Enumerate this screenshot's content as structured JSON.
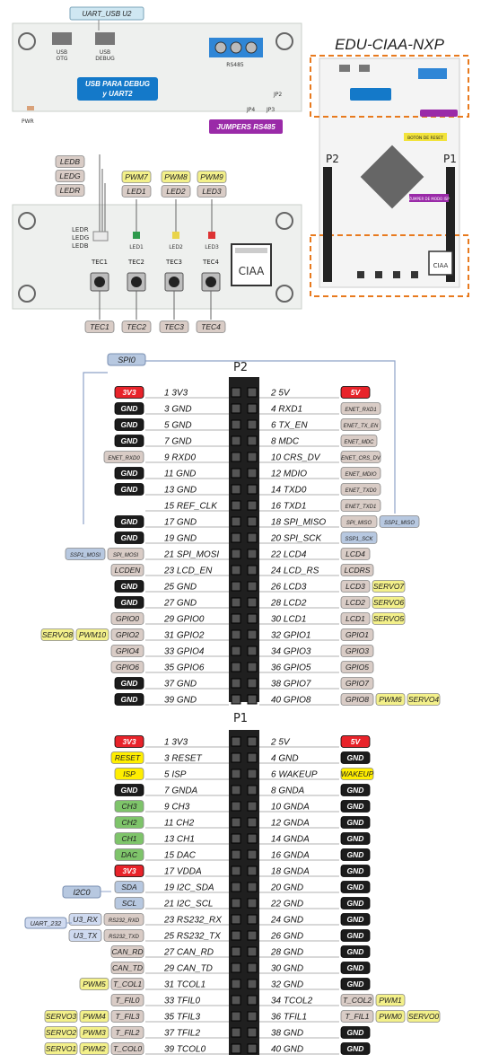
{
  "board": {
    "title": "EDU-CIAA-NXP",
    "uart_tag": "UART_USB  U2",
    "usb_otg": [
      "USB",
      "OTG"
    ],
    "usb_debug": [
      "USB",
      "DEBUG"
    ],
    "rs485": "RS485",
    "usb_note": [
      "USB PARA DEBUG",
      "y UART2"
    ],
    "jp": [
      "JP4",
      "JP3",
      "JP2"
    ],
    "jumpers": "JUMPERS RS485",
    "pwr": "PWR",
    "led_rgb_tags": [
      "LEDB",
      "LEDG",
      "LEDR"
    ],
    "led_rgb_labels": [
      "LEDR",
      "LEDG",
      "LEDB"
    ],
    "pwm_tags": [
      "PWM7",
      "PWM8",
      "PWM9"
    ],
    "led_tags": [
      "LED1",
      "LED2",
      "LED3"
    ],
    "led_labels": [
      "LED1",
      "LED2",
      "LED3"
    ],
    "tec_labels": [
      "TEC1",
      "TEC2",
      "TEC3",
      "TEC4"
    ],
    "tec_tags": [
      "TEC1",
      "TEC2",
      "TEC3",
      "TEC4"
    ],
    "logo": "CIAA",
    "mini_labels": [
      "P2",
      "P1"
    ],
    "mini_reset": "BOTÓN DE RESET",
    "mini_zip": "ZUMPER DE MODO ISP"
  },
  "colors": {
    "3v3": "#e8232a",
    "5v": "#e8232a",
    "gnd": "#1c1c1c",
    "gray": "#d9ccc6",
    "yellow": "#f3f08a",
    "ybright": "#ffee00",
    "green": "#7ec46a",
    "blue": "#b7c8e0",
    "lightblue": "#cfdaf0"
  },
  "p2": {
    "title": "P2",
    "spi_tag": "SPI0",
    "rows": [
      {
        "l": "1 3V3",
        "r": "2 5V",
        "lt": [
          [
            "3V3",
            "3v3"
          ]
        ],
        "rt": [
          [
            "5V",
            "5v"
          ]
        ]
      },
      {
        "l": "3 GND",
        "r": "4 RXD1",
        "lt": [
          [
            "GND",
            "gnd"
          ]
        ],
        "rt": [
          [
            "ENET_RXD1",
            "gray"
          ]
        ]
      },
      {
        "l": "5 GND",
        "r": "6 TX_EN",
        "lt": [
          [
            "GND",
            "gnd"
          ]
        ],
        "rt": [
          [
            "ENET_TX_EN",
            "gray"
          ]
        ]
      },
      {
        "l": "7 GND",
        "r": "8 MDC",
        "lt": [
          [
            "GND",
            "gnd"
          ]
        ],
        "rt": [
          [
            "ENET_MDC",
            "gray"
          ]
        ]
      },
      {
        "l": "9 RXD0",
        "r": "10 CRS_DV",
        "lt": [
          [
            "ENET_RXD0",
            "gray"
          ]
        ],
        "rt": [
          [
            "ENET_CRS_DV",
            "gray"
          ]
        ]
      },
      {
        "l": "11 GND",
        "r": "12 MDIO",
        "lt": [
          [
            "GND",
            "gnd"
          ]
        ],
        "rt": [
          [
            "ENET_MDIO",
            "gray"
          ]
        ]
      },
      {
        "l": "13 GND",
        "r": "14 TXD0",
        "lt": [
          [
            "GND",
            "gnd"
          ]
        ],
        "rt": [
          [
            "ENET_TXD0",
            "gray"
          ]
        ]
      },
      {
        "l": "15 REF_CLK",
        "r": "16 TXD1",
        "lt": [],
        "rt": [
          [
            "ENET_TXD1",
            "gray"
          ]
        ]
      },
      {
        "l": "17 GND",
        "r": "18 SPI_MISO",
        "lt": [
          [
            "GND",
            "gnd"
          ]
        ],
        "rt": [
          [
            "SPI_MISO",
            "gray"
          ],
          [
            "SSP1_MISO",
            "blue"
          ]
        ]
      },
      {
        "l": "19 GND",
        "r": "20 SPI_SCK",
        "lt": [
          [
            "GND",
            "gnd"
          ]
        ],
        "rt": [
          [
            "SSP1_SCK",
            "blue"
          ]
        ]
      },
      {
        "l": "21 SPI_MOSI",
        "r": "22 LCD4",
        "lt": [
          [
            "SPI_MOSI",
            "gray"
          ],
          [
            "SSP1_MOSI",
            "blue"
          ]
        ],
        "rt": [
          [
            "LCD4",
            "gray"
          ]
        ]
      },
      {
        "l": "23 LCD_EN",
        "r": "24 LCD_RS",
        "lt": [
          [
            "LCDEN",
            "gray"
          ]
        ],
        "rt": [
          [
            "LCDRS",
            "gray"
          ]
        ]
      },
      {
        "l": "25 GND",
        "r": "26 LCD3",
        "lt": [
          [
            "GND",
            "gnd"
          ]
        ],
        "rt": [
          [
            "LCD3",
            "gray"
          ],
          [
            "SERVO7",
            "yellow"
          ]
        ]
      },
      {
        "l": "27 GND",
        "r": "28 LCD2",
        "lt": [
          [
            "GND",
            "gnd"
          ]
        ],
        "rt": [
          [
            "LCD2",
            "gray"
          ],
          [
            "SERVO6",
            "yellow"
          ]
        ]
      },
      {
        "l": "29 GPIO0",
        "r": "30 LCD1",
        "lt": [
          [
            "GPIO0",
            "gray"
          ]
        ],
        "rt": [
          [
            "LCD1",
            "gray"
          ],
          [
            "SERVO5",
            "yellow"
          ]
        ]
      },
      {
        "l": "31 GPIO2",
        "r": "32 GPIO1",
        "lt": [
          [
            "GPIO2",
            "gray"
          ],
          [
            "PWM10",
            "yellow"
          ],
          [
            "SERVO8",
            "yellow"
          ]
        ],
        "rt": [
          [
            "GPIO1",
            "gray"
          ]
        ]
      },
      {
        "l": "33 GPIO4",
        "r": "34 GPIO3",
        "lt": [
          [
            "GPIO4",
            "gray"
          ]
        ],
        "rt": [
          [
            "GPIO3",
            "gray"
          ]
        ]
      },
      {
        "l": "35 GPIO6",
        "r": "36 GPIO5",
        "lt": [
          [
            "GPIO6",
            "gray"
          ]
        ],
        "rt": [
          [
            "GPIO5",
            "gray"
          ]
        ]
      },
      {
        "l": "37 GND",
        "r": "38 GPIO7",
        "lt": [
          [
            "GND",
            "gnd"
          ]
        ],
        "rt": [
          [
            "GPIO7",
            "gray"
          ]
        ]
      },
      {
        "l": "39 GND",
        "r": "40 GPIO8",
        "lt": [
          [
            "GND",
            "gnd"
          ]
        ],
        "rt": [
          [
            "GPIO8",
            "gray"
          ],
          [
            "PWM6",
            "yellow"
          ],
          [
            "SERVO4",
            "yellow"
          ]
        ]
      }
    ]
  },
  "p1": {
    "title": "P1",
    "i2c_tag": "I2C0",
    "uart_tag": "UART_232",
    "rows": [
      {
        "l": "1 3V3",
        "r": "2 5V",
        "lt": [
          [
            "3V3",
            "3v3"
          ]
        ],
        "rt": [
          [
            "5V",
            "5v"
          ]
        ]
      },
      {
        "l": "3 RESET",
        "r": "4 GND",
        "lt": [
          [
            "RESET",
            "ybright"
          ]
        ],
        "rt": [
          [
            "GND",
            "gnd"
          ]
        ]
      },
      {
        "l": "5 ISP",
        "r": "6 WAKEUP",
        "lt": [
          [
            "ISP",
            "ybright"
          ]
        ],
        "rt": [
          [
            "WAKEUP",
            "ybright"
          ]
        ]
      },
      {
        "l": "7 GNDA",
        "r": "8 GNDA",
        "lt": [
          [
            "GND",
            "gnd"
          ]
        ],
        "rt": [
          [
            "GND",
            "gnd"
          ]
        ]
      },
      {
        "l": "9 CH3",
        "r": "10 GNDA",
        "lt": [
          [
            "CH3",
            "green"
          ]
        ],
        "rt": [
          [
            "GND",
            "gnd"
          ]
        ]
      },
      {
        "l": "11 CH2",
        "r": "12 GNDA",
        "lt": [
          [
            "CH2",
            "green"
          ]
        ],
        "rt": [
          [
            "GND",
            "gnd"
          ]
        ]
      },
      {
        "l": "13 CH1",
        "r": "14 GNDA",
        "lt": [
          [
            "CH1",
            "green"
          ]
        ],
        "rt": [
          [
            "GND",
            "gnd"
          ]
        ]
      },
      {
        "l": "15 DAC",
        "r": "16 GNDA",
        "lt": [
          [
            "DAC",
            "green"
          ]
        ],
        "rt": [
          [
            "GND",
            "gnd"
          ]
        ]
      },
      {
        "l": "17 VDDA",
        "r": "18 GNDA",
        "lt": [
          [
            "3V3",
            "3v3"
          ]
        ],
        "rt": [
          [
            "GND",
            "gnd"
          ]
        ]
      },
      {
        "l": "19 I2C_SDA",
        "r": "20 GND",
        "lt": [
          [
            "SDA",
            "blue"
          ]
        ],
        "rt": [
          [
            "GND",
            "gnd"
          ]
        ]
      },
      {
        "l": "21 I2C_SCL",
        "r": "22 GND",
        "lt": [
          [
            "SCL",
            "blue"
          ]
        ],
        "rt": [
          [
            "GND",
            "gnd"
          ]
        ]
      },
      {
        "l": "23 RS232_RX",
        "r": "24 GND",
        "lt": [
          [
            "RS232_RXD",
            "gray"
          ],
          [
            "U3_RX",
            "lightblue"
          ]
        ],
        "rt": [
          [
            "GND",
            "gnd"
          ]
        ]
      },
      {
        "l": "25 RS232_TX",
        "r": "26 GND",
        "lt": [
          [
            "RS232_TXD",
            "gray"
          ],
          [
            "U3_TX",
            "lightblue"
          ]
        ],
        "rt": [
          [
            "GND",
            "gnd"
          ]
        ]
      },
      {
        "l": "27 CAN_RD",
        "r": "28 GND",
        "lt": [
          [
            "CAN_RD",
            "gray"
          ]
        ],
        "rt": [
          [
            "GND",
            "gnd"
          ]
        ]
      },
      {
        "l": "29 CAN_TD",
        "r": "30 GND",
        "lt": [
          [
            "CAN_TD",
            "gray"
          ]
        ],
        "rt": [
          [
            "GND",
            "gnd"
          ]
        ]
      },
      {
        "l": "31 TCOL1",
        "r": "32 GND",
        "lt": [
          [
            "T_COL1",
            "gray"
          ],
          [
            "PWM5",
            "yellow"
          ]
        ],
        "rt": [
          [
            "GND",
            "gnd"
          ]
        ]
      },
      {
        "l": "33 TFIL0",
        "r": "34 TCOL2",
        "lt": [
          [
            "T_FIL0",
            "gray"
          ]
        ],
        "rt": [
          [
            "T_COL2",
            "gray"
          ],
          [
            "PWM1",
            "yellow"
          ]
        ]
      },
      {
        "l": "35 TFIL3",
        "r": "36 TFIL1",
        "lt": [
          [
            "T_FIL3",
            "gray"
          ],
          [
            "PWM4",
            "yellow"
          ],
          [
            "SERVO3",
            "yellow"
          ]
        ],
        "rt": [
          [
            "T_FIL1",
            "gray"
          ],
          [
            "PWM0",
            "yellow"
          ],
          [
            "SERVO0",
            "yellow"
          ]
        ]
      },
      {
        "l": "37 TFIL2",
        "r": "38 GND",
        "lt": [
          [
            "T_FIL2",
            "gray"
          ],
          [
            "PWM3",
            "yellow"
          ],
          [
            "SERVO2",
            "yellow"
          ]
        ],
        "rt": [
          [
            "GND",
            "gnd"
          ]
        ]
      },
      {
        "l": "39 TCOL0",
        "r": "40 GND",
        "lt": [
          [
            "T_COL0",
            "gray"
          ],
          [
            "PWM2",
            "yellow"
          ],
          [
            "SERVO1",
            "yellow"
          ]
        ],
        "rt": [
          [
            "GND",
            "gnd"
          ]
        ]
      }
    ]
  }
}
